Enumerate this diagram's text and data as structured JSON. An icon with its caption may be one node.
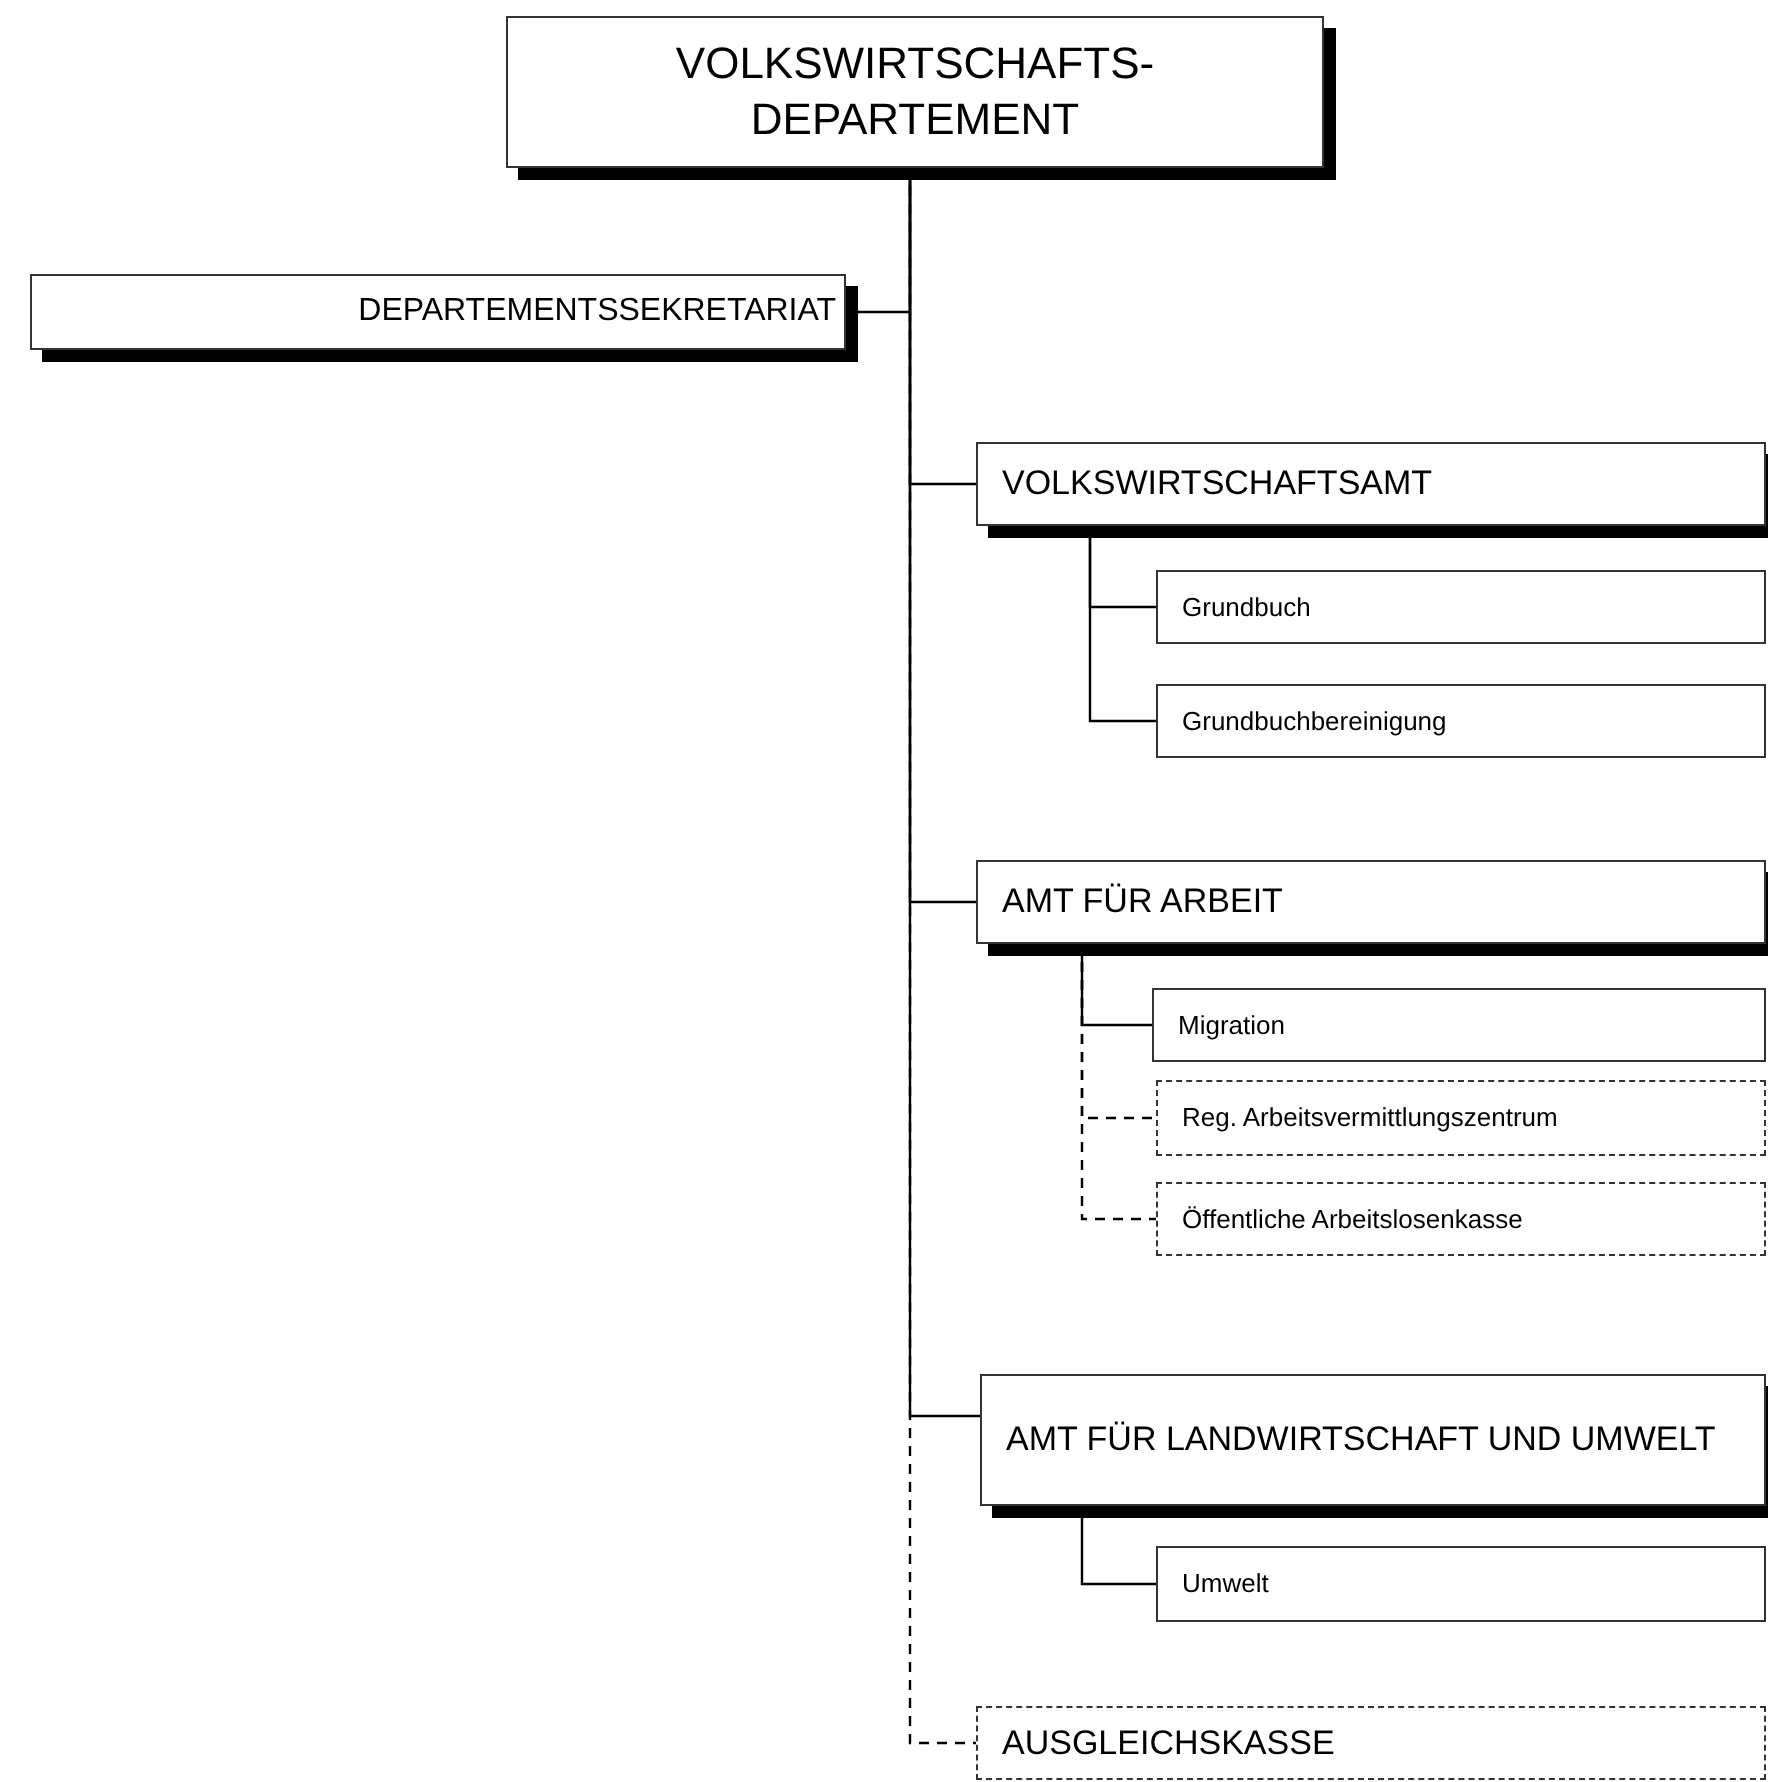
{
  "diagram": {
    "nodes": [
      {
        "text": [
          "VOLKSWIRTSCHAFTS- DEPARTEMENT"
        ]
      },
      {
        "text": [
          "DEPARTEMENTSSEKRETARIAT"
        ]
      },
      {
        "text": [
          "VOLKSWIRTSCHAFTSAMT"
        ]
      },
      {
        "text": [
          "Grundbuch"
        ]
      },
      {
        "text": [
          "Grundbuchbereinigung"
        ]
      },
      {
        "text": [
          "AMT FÜR ARBEIT"
        ]
      },
      {
        "text": [
          "Migration"
        ]
      },
      {
        "text": [
          "Reg. Arbeitsvermittlungszentrum"
        ]
      },
      {
        "text": [
          "Öffentliche Arbeitslosenkasse"
        ]
      },
      {
        "text": [
          "AMT FÜR LANDWIRTSCHAFT UND UMWELT"
        ]
      },
      {
        "text": [
          "Umwelt"
        ]
      },
      {
        "text": [
          "AUSGLEICHSKASSE"
        ]
      }
    ],
    "edges": [
      {
        "from": 0,
        "to": 1,
        "arrow": "none"
      },
      {
        "from": 0,
        "to": 2,
        "arrow": "none"
      },
      {
        "from": 2,
        "to": 3,
        "arrow": "none"
      },
      {
        "from": 2,
        "to": 4,
        "arrow": "none"
      },
      {
        "from": 0,
        "to": 5,
        "arrow": "none"
      },
      {
        "from": 5,
        "to": 6,
        "arrow": "none"
      },
      {
        "from": 5,
        "to": 7,
        "arrow": "none",
        "style": "dashed"
      },
      {
        "from": 5,
        "to": 8,
        "arrow": "none",
        "style": "dashed"
      },
      {
        "from": 0,
        "to": 9,
        "arrow": "none"
      },
      {
        "from": 9,
        "to": 10,
        "arrow": "none"
      },
      {
        "from": 0,
        "to": 11,
        "arrow": "none",
        "style": "dashed"
      }
    ]
  }
}
